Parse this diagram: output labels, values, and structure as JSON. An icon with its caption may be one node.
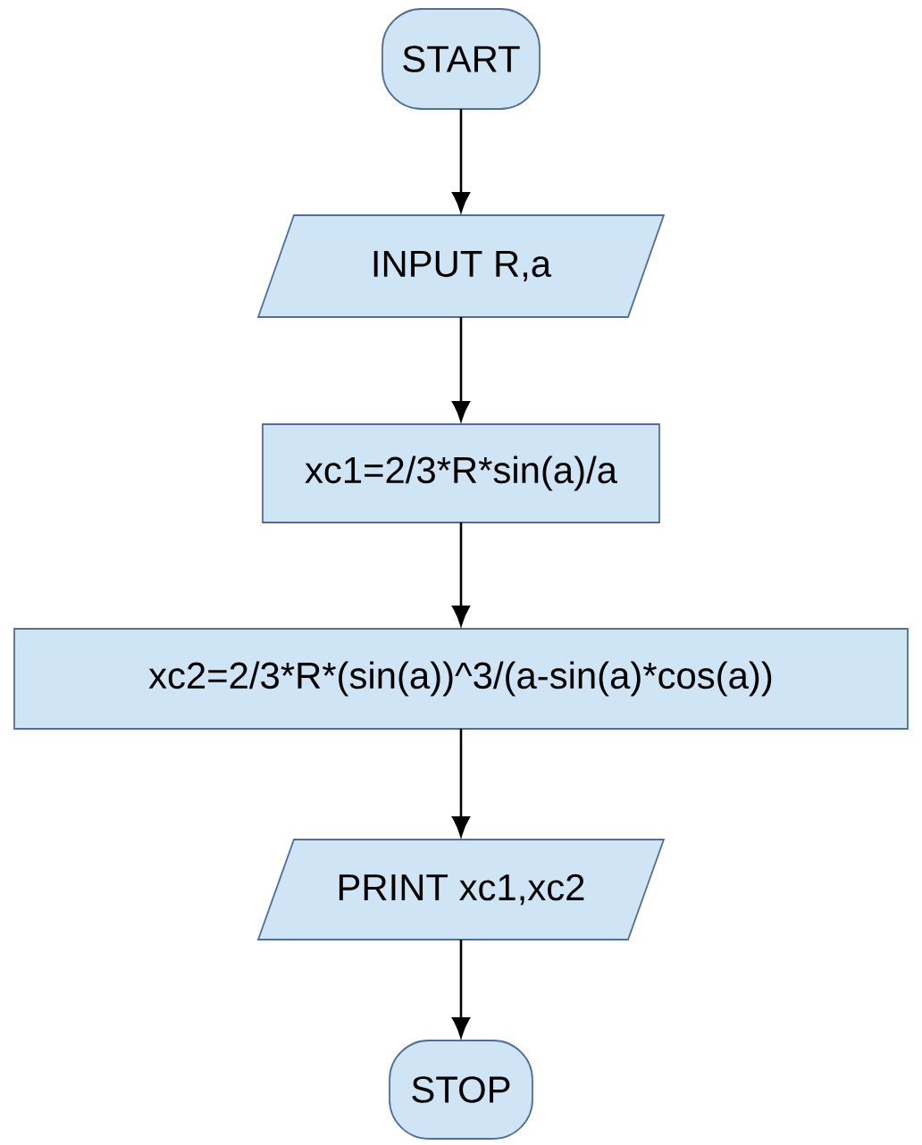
{
  "diagram": {
    "nodes": [
      {
        "text": [
          "START"
        ]
      },
      {
        "text": [
          "INPUT R,a"
        ]
      },
      {
        "text": [
          "xc1=2/3*R*sin(a)/a"
        ]
      },
      {
        "text": [
          "xc2=2/3*R*(sin(a))^3/(a-sin(a)*cos(a))"
        ]
      },
      {
        "text": [
          "PRINT xc1,xc2"
        ]
      },
      {
        "text": [
          "STOP"
        ]
      }
    ],
    "edges": [
      {
        "from": 0,
        "to": 1,
        "arrow": "to"
      },
      {
        "from": 1,
        "to": 2,
        "arrow": "to"
      },
      {
        "from": 2,
        "to": 3,
        "arrow": "to"
      },
      {
        "from": 3,
        "to": 4,
        "arrow": "to"
      },
      {
        "from": 4,
        "to": 5,
        "arrow": "to"
      }
    ]
  }
}
